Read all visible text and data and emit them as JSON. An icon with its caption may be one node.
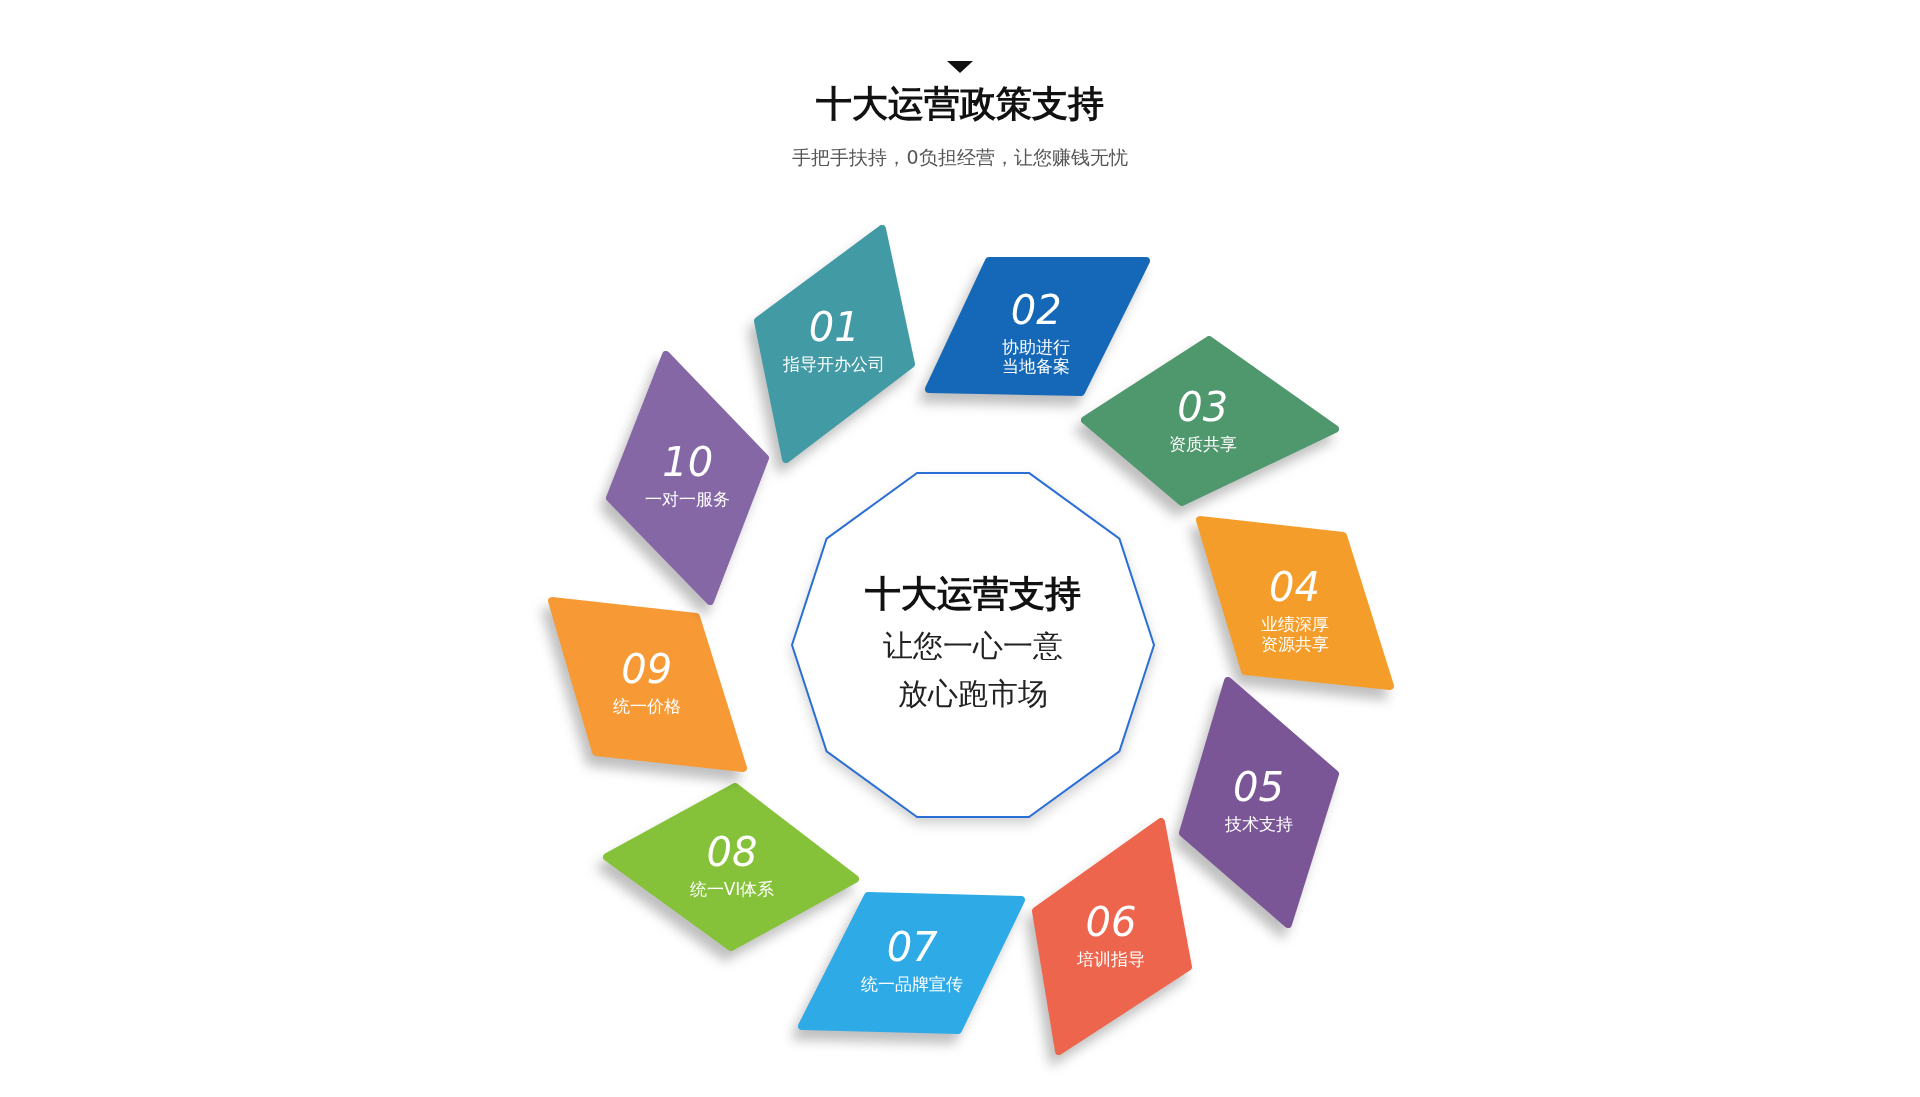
{
  "diagram": {
    "title": "十大运营政策支持",
    "nodes": [
      {
        "text": [
          "十大运营支持",
          "让您一心一意放心跑市场"
        ]
      },
      {
        "text": [
          "01",
          "指导开办公司"
        ]
      },
      {
        "text": [
          "02",
          "协助进行当地备案"
        ]
      },
      {
        "text": [
          "03",
          "资质共享"
        ]
      },
      {
        "text": [
          "04",
          "业绩深厚资源共享"
        ]
      },
      {
        "text": [
          "05",
          "技术支持"
        ]
      },
      {
        "text": [
          "06",
          "培训指导"
        ]
      },
      {
        "text": [
          "07",
          "统一品牌宣传"
        ]
      },
      {
        "text": [
          "08",
          "统一VI体系"
        ]
      },
      {
        "text": [
          "09",
          "统一价格"
        ]
      },
      {
        "text": [
          "10",
          "一对一服务"
        ]
      }
    ],
    "labels": [
      "手把手扶持，0负担经营，让您赚钱无忧"
    ]
  }
}
